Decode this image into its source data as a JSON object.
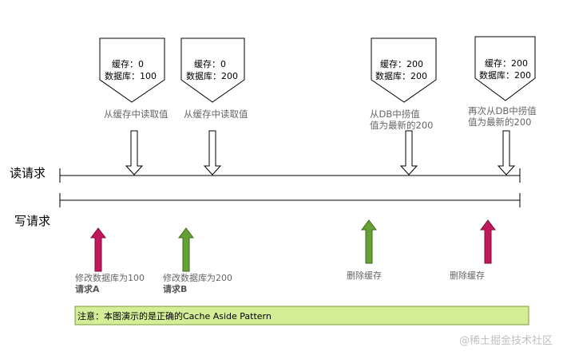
{
  "lanes": {
    "read": "读请求",
    "write": "写请求"
  },
  "cache_boxes": [
    {
      "cache": "缓存：0",
      "db": "数据库：100"
    },
    {
      "cache": "缓存：0",
      "db": "数据库：200"
    },
    {
      "cache": "缓存：200",
      "db": "数据库：200"
    },
    {
      "cache": "缓存：200",
      "db": "数据库：200"
    }
  ],
  "read_notes": [
    {
      "line1": "从缓存中读取值",
      "line2": ""
    },
    {
      "line1": "从缓存中读取值",
      "line2": ""
    },
    {
      "line1": "从DB中捞值",
      "line2": "值为最新的200"
    },
    {
      "line1": "再次从DB中捞值",
      "line2": "值为最新的200"
    }
  ],
  "write_events": [
    {
      "action": "修改数据库为100",
      "name": "请求A",
      "color": "#c2185b"
    },
    {
      "action": "修改数据库为200",
      "name": "请求B",
      "color": "#64a033"
    },
    {
      "action": "删除缓存",
      "name": "",
      "color": "#64a033"
    },
    {
      "action": "删除缓存",
      "name": "",
      "color": "#c2185b"
    }
  ],
  "note": "注意：本图演示的是正确的Cache Aside Pattern",
  "watermark": "@稀土掘金技术社区",
  "colors": {
    "note_bg": "#d4ee98",
    "note_border": "#7a9a3a",
    "text_gray": "#666666",
    "watermark": "#c8c8c8"
  }
}
